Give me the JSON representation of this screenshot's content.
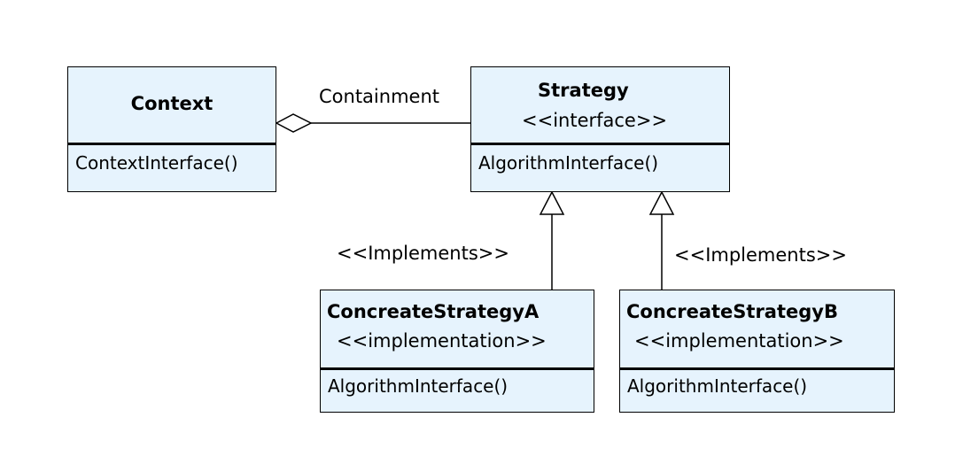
{
  "diagram": {
    "type": "uml-class-diagram",
    "colors": {
      "box_fill": "#e6f3fd",
      "stroke": "#000000",
      "background": "#ffffff"
    },
    "classes": {
      "context": {
        "name": "Context",
        "operation": "ContextInterface()"
      },
      "strategy": {
        "name": "Strategy",
        "stereotype": "<<interface>>",
        "operation": "AlgorithmInterface()"
      },
      "concrete_a": {
        "name": "ConcreateStrategyA",
        "stereotype": "<<implementation>>",
        "operation": "AlgorithmInterface()"
      },
      "concrete_b": {
        "name": "ConcreateStrategyB",
        "stereotype": "<<implementation>>",
        "operation": "AlgorithmInterface()"
      }
    },
    "relations": {
      "containment": {
        "label": "Containment",
        "kind": "aggregation",
        "from": "Context",
        "to": "Strategy"
      },
      "implements_a": {
        "label": "<<Implements>>",
        "kind": "realization",
        "from": "ConcreateStrategyA",
        "to": "Strategy"
      },
      "implements_b": {
        "label": "<<Implements>>",
        "kind": "realization",
        "from": "ConcreateStrategyB",
        "to": "Strategy"
      }
    }
  }
}
